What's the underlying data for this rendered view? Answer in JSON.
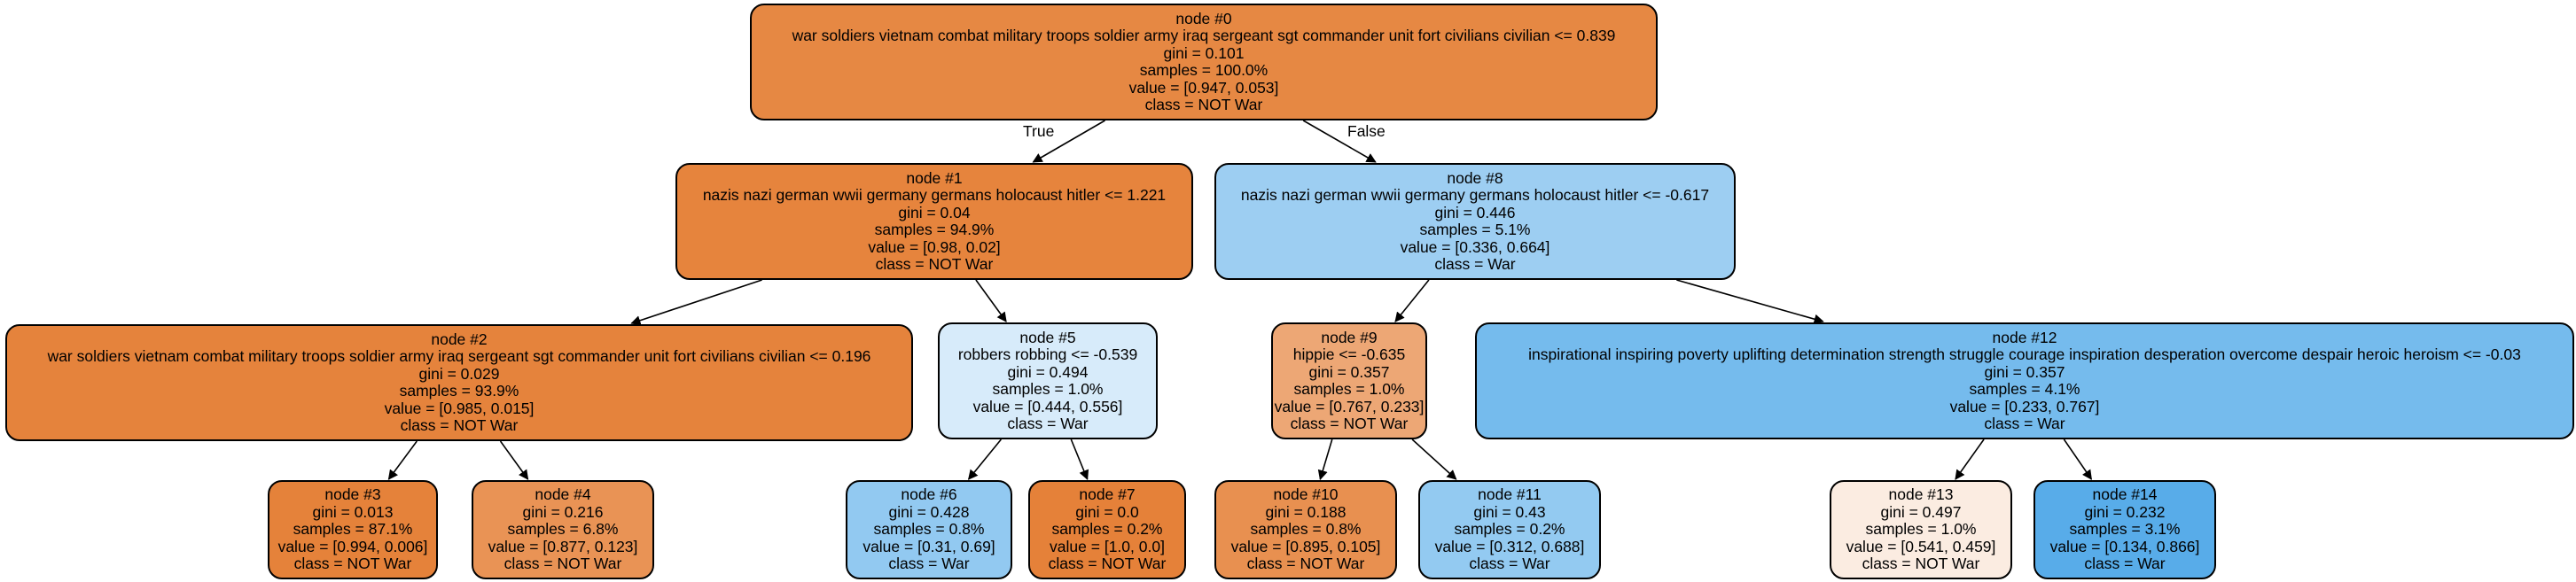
{
  "tree": {
    "edge_labels": {
      "left": "True",
      "right": "False"
    },
    "nodes": [
      {
        "id": "node #0",
        "split": "war soldiers vietnam combat military troops soldier army iraq sergeant sgt commander unit fort civilians civilian  <= 0.839",
        "gini": "gini = 0.101",
        "samples": "samples = 100.0%",
        "value": "value = [0.947, 0.053]",
        "class": "class = NOT War",
        "fill": "#e68843"
      },
      {
        "id": "node #1",
        "split": "nazis nazi german wwii germany germans holocaust hitler  <= 1.221",
        "gini": "gini = 0.04",
        "samples": "samples = 94.9%",
        "value": "value = [0.98, 0.02]",
        "class": "class = NOT War",
        "fill": "#e6843d"
      },
      {
        "id": "node #2",
        "split": "war soldiers vietnam combat military troops soldier army iraq sergeant sgt commander unit fort civilians civilian  <= 0.196",
        "gini": "gini = 0.029",
        "samples": "samples = 93.9%",
        "value": "value = [0.985, 0.015]",
        "class": "class = NOT War",
        "fill": "#e5833c"
      },
      {
        "id": "node #3",
        "gini": "gini = 0.013",
        "samples": "samples = 87.1%",
        "value": "value = [0.994, 0.006]",
        "class": "class = NOT War",
        "fill": "#e5823a"
      },
      {
        "id": "node #4",
        "gini": "gini = 0.216",
        "samples": "samples = 6.8%",
        "value": "value = [0.877, 0.123]",
        "class": "class = NOT War",
        "fill": "#e99355"
      },
      {
        "id": "node #5",
        "split": "robbers robbing  <= -0.539",
        "gini": "gini = 0.494",
        "samples": "samples = 1.0%",
        "value": "value = [0.444, 0.556]",
        "class": "class = War",
        "fill": "#d7ebfa"
      },
      {
        "id": "node #6",
        "gini": "gini = 0.428",
        "samples": "samples = 0.8%",
        "value": "value = [0.31, 0.69]",
        "class": "class = War",
        "fill": "#92c9f1"
      },
      {
        "id": "node #7",
        "gini": "gini = 0.0",
        "samples": "samples = 0.2%",
        "value": "value = [1.0, 0.0]",
        "class": "class = NOT War",
        "fill": "#e58139"
      },
      {
        "id": "node #8",
        "split": "nazis nazi german wwii germany germans holocaust hitler  <= -0.617",
        "gini": "gini = 0.446",
        "samples": "samples = 5.1%",
        "value": "value = [0.336, 0.664]",
        "class": "class = War",
        "fill": "#9dcef2"
      },
      {
        "id": "node #9",
        "split": "hippie  <= -0.635",
        "gini": "gini = 0.357",
        "samples": "samples = 1.0%",
        "value": "value = [0.767, 0.233]",
        "class": "class = NOT War",
        "fill": "#eda775"
      },
      {
        "id": "node #10",
        "gini": "gini = 0.188",
        "samples": "samples = 0.8%",
        "value": "value = [0.895, 0.105]",
        "class": "class = NOT War",
        "fill": "#e89050"
      },
      {
        "id": "node #11",
        "gini": "gini = 0.43",
        "samples": "samples = 0.2%",
        "value": "value = [0.312, 0.688]",
        "class": "class = War",
        "fill": "#93caf1"
      },
      {
        "id": "node #12",
        "split": "inspirational inspiring poverty uplifting determination strength struggle courage inspiration desperation overcome despair heroic heroism  <= -0.03",
        "gini": "gini = 0.357",
        "samples": "samples = 4.1%",
        "value": "value = [0.233, 0.767]",
        "class": "class = War",
        "fill": "#75bbed"
      },
      {
        "id": "node #13",
        "gini": "gini = 0.497",
        "samples": "samples = 1.0%",
        "value": "value = [0.541, 0.459]",
        "class": "class = NOT War",
        "fill": "#fbece1"
      },
      {
        "id": "node #14",
        "gini": "gini = 0.232",
        "samples": "samples = 3.1%",
        "value": "value = [0.134, 0.866]",
        "class": "class = War",
        "fill": "#58ace9"
      }
    ]
  }
}
